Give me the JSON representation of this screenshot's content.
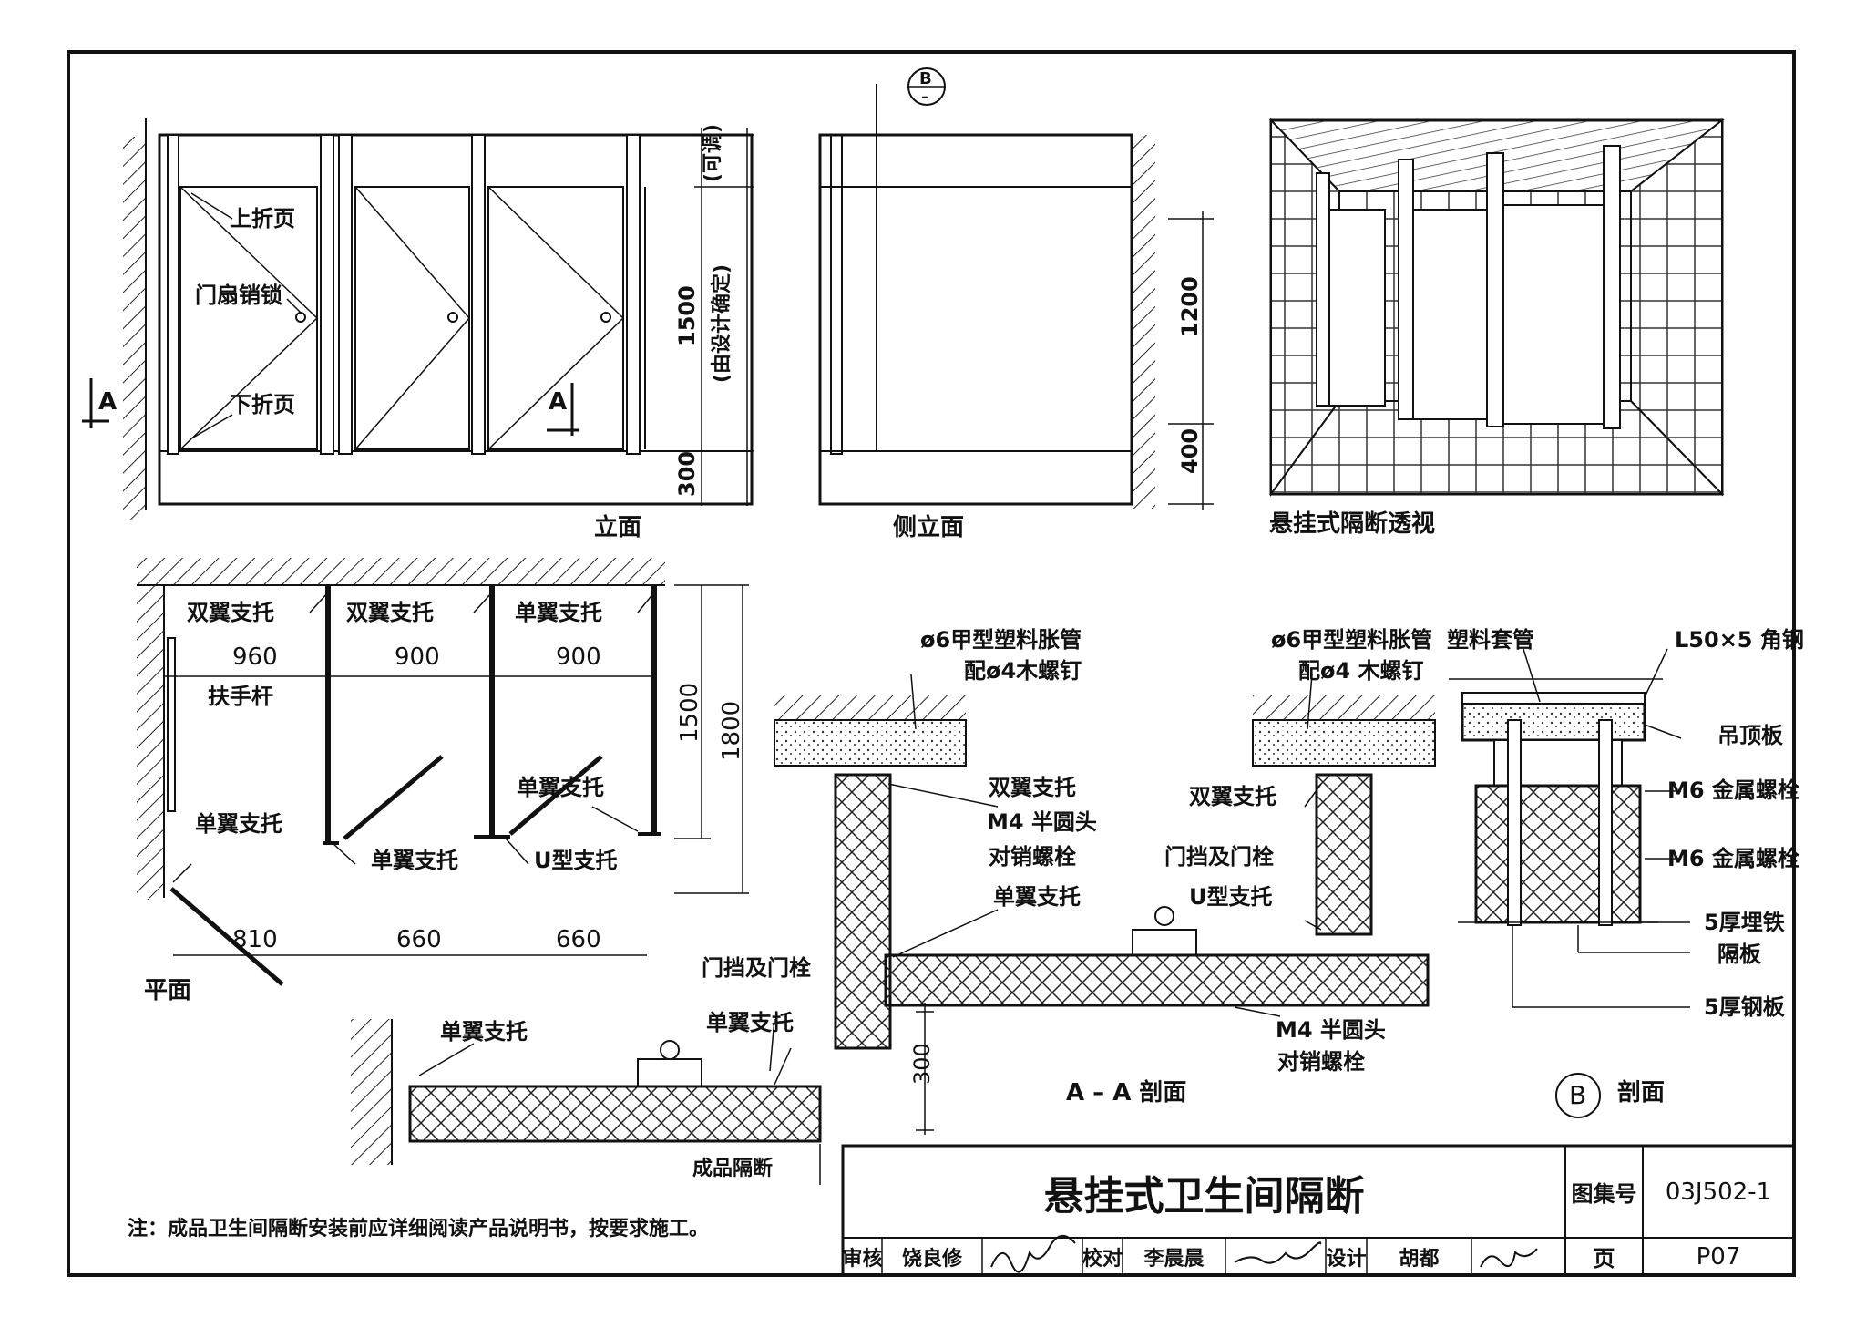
{
  "sheet": {
    "title": "悬挂式卫生间隔断",
    "atlas_label": "图集号",
    "atlas_no": "03J502-1",
    "page_label": "页",
    "page_no": "P07",
    "note": "注：成品卫生间隔断安装前应详细阅读产品说明书，按要求施工。",
    "sign": {
      "review_label": "审核",
      "reviewer": "饶良修",
      "check_label": "校对",
      "checker": "李晨晨",
      "design_label": "设计",
      "designer": "胡都"
    }
  },
  "views": {
    "elevation": {
      "caption": "立面",
      "upper_hinge": "上折页",
      "latch": "门扇销锁",
      "lower_hinge": "下折页",
      "dim_adjust": "(可调)",
      "dim_height": "1500",
      "dim_by_design": "(由设计确定)",
      "dim_gap": "300",
      "section_mark": "A"
    },
    "side": {
      "caption": "侧立面",
      "dim_height": "1200",
      "dim_gap": "400",
      "detail_top": "B",
      "detail_bottom": "–"
    },
    "perspective": {
      "caption": "悬挂式隔断透视"
    },
    "plan": {
      "caption": "平面",
      "double_bracket_1": "双翼支托",
      "double_bracket_2": "双翼支托",
      "single_bracket_top": "单翼支托",
      "dim_960": "960",
      "dim_900a": "900",
      "dim_900b": "900",
      "grab_bar": "扶手杆",
      "single_bracket_left": "单翼支托",
      "single_bracket_mid": "单翼支托",
      "single_bracket_right": "单翼支托",
      "u_bracket": "U型支托",
      "dim_1500": "1500",
      "dim_1800": "1800",
      "dim_810": "810",
      "dim_660a": "660",
      "dim_660b": "660"
    },
    "section_aa": {
      "caption": "A – A 剖面",
      "anchor1": "ø6甲型塑料胀管",
      "screw1": "配ø4木螺钉",
      "anchor2": "ø6甲型塑料胀管",
      "screw2": "配ø4 木螺钉",
      "double_bracket_a": "双翼支托",
      "m4_bolt_a": "M4 半圆头",
      "pin_bolt_a": "对销螺栓",
      "single_bracket_a": "单翼支托",
      "double_bracket_b": "双翼支托",
      "door_stop_a": "门挡及门栓",
      "u_bracket": "U型支托",
      "m4_bolt_b": "M4 半圆头",
      "pin_bolt_b": "对销螺栓",
      "door_stop_b": "门挡及门栓",
      "single_bracket_b": "单翼支托",
      "single_bracket_c": "单翼支托",
      "finished_partition": "成品隔断",
      "dim_300": "300"
    },
    "section_b": {
      "caption": "剖面",
      "mark": "B",
      "plastic_sleeve": "塑料套管",
      "angle": "L50×5 角钢",
      "ceiling_board": "吊顶板",
      "m6_bolt_a": "M6 金属螺栓",
      "m6_bolt_b": "M6 金属螺栓",
      "embed": "5厚埋铁",
      "partition": "隔板",
      "steel_plate": "5厚钢板"
    }
  }
}
